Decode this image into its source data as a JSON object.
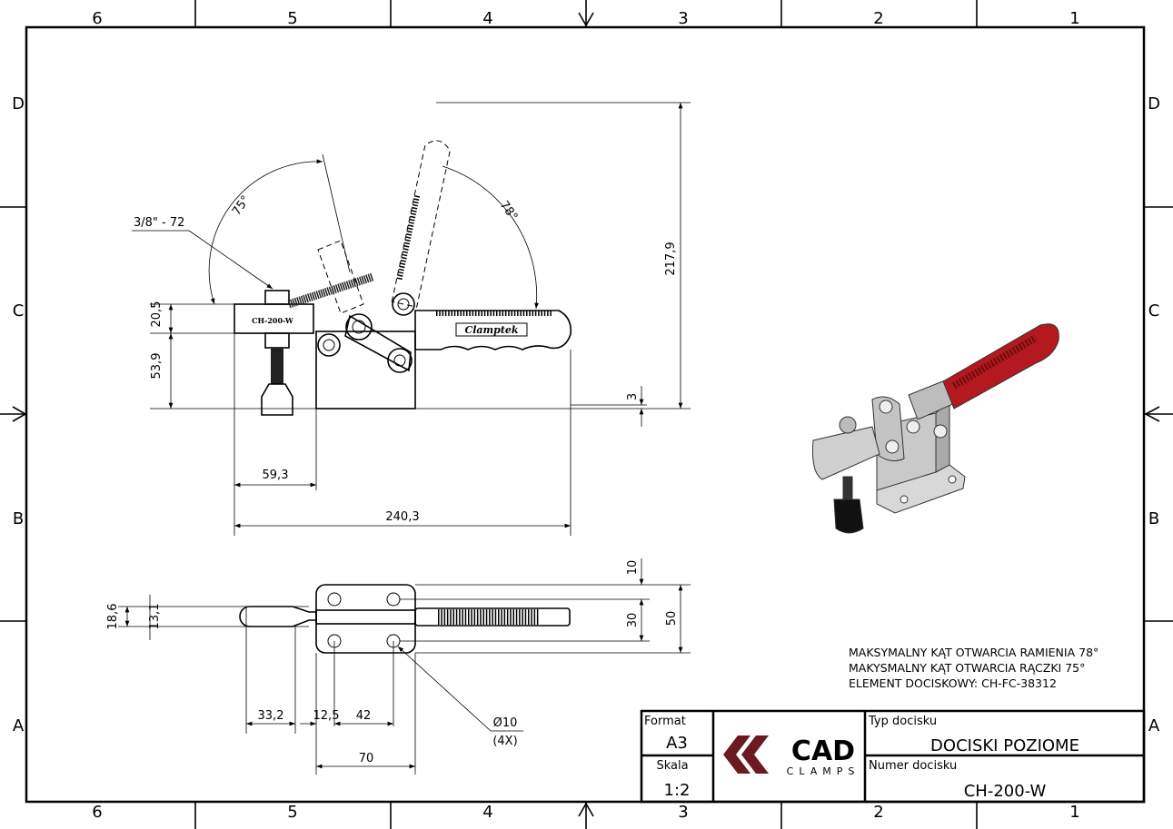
{
  "zones": {
    "columns": [
      "6",
      "5",
      "4",
      "3",
      "2",
      "1"
    ],
    "rows": [
      "D",
      "C",
      "B",
      "A"
    ]
  },
  "side_view": {
    "thread_callout": "3/8\" - 72",
    "angle_arm": "75°",
    "angle_handle": "78°",
    "arm_marking": "CH-200-W",
    "handle_brand": "Clamptek",
    "dims": {
      "arm_height": "20,5",
      "spindle_height": "53,9",
      "total_height": "217,9",
      "base_offset": "3",
      "arm_reach": "59,3",
      "total_length": "240,3"
    }
  },
  "top_view": {
    "dims": {
      "slot_outer": "18,6",
      "slot_inner": "13,1",
      "edge_to_hole": "10",
      "hole_spacing_y": "30",
      "base_width": "50",
      "slot_length": "33,2",
      "hole_offset": "12,5",
      "hole_spacing_x": "42",
      "base_length": "70",
      "hole_diameter": "Ø10",
      "hole_count": "(4X)"
    }
  },
  "notes": [
    "MAKSYMALNY KĄT OTWARCIA RAMIENIA 78°",
    "MAKYSMALNY KĄT OTWARCIA RĄCZKI 75°",
    "ELEMENT DOCISKOWY: CH-FC-38312"
  ],
  "title_block": {
    "format_label": "Format",
    "format_value": "A3",
    "scale_label": "Skala",
    "scale_value": "1:2",
    "logo_main": "CAD",
    "logo_sub": "CLAMPS",
    "type_label": "Typ docisku",
    "type_value": "DOCISKI POZIOME",
    "number_label": "Numer docisku",
    "number_value": "CH-200-W"
  },
  "colors": {
    "logo": "#6b1a1f",
    "handle_red": "#b3191e",
    "metal": "#c9c9c9"
  }
}
